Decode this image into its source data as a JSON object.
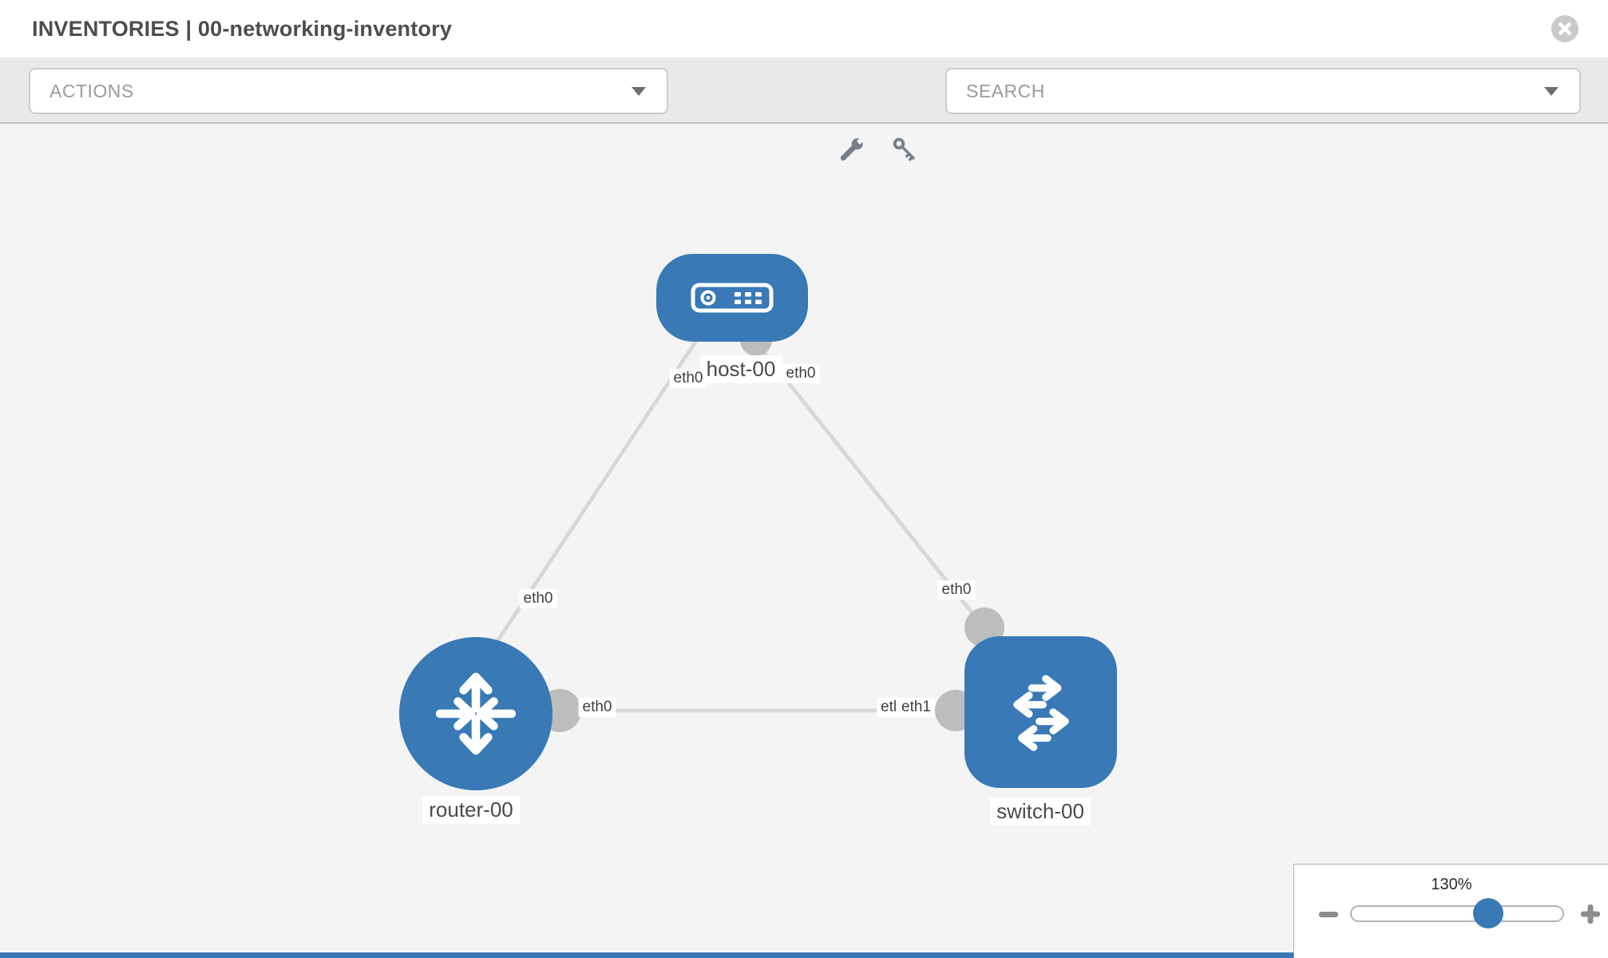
{
  "header": {
    "title": "INVENTORIES | 00-networking-inventory"
  },
  "toolbar": {
    "actions_label": "ACTIONS",
    "search_label": "SEARCH",
    "icons": [
      "wrench-icon",
      "key-icon"
    ]
  },
  "topology": {
    "nodes": [
      {
        "name": "host-00",
        "type": "host",
        "icon": "server-icon"
      },
      {
        "name": "router-00",
        "type": "router",
        "icon": "router-arrows-icon"
      },
      {
        "name": "switch-00",
        "type": "switch",
        "icon": "switch-arrows-icon"
      }
    ],
    "links": [
      {
        "source": "host-00",
        "target": "router-00",
        "source_interface": "eth0",
        "target_interface": "eth0"
      },
      {
        "source": "host-00",
        "target": "switch-00",
        "source_interface": "eth0",
        "target_interface": "eth0"
      },
      {
        "source": "router-00",
        "target": "switch-00",
        "source_interface": "eth0",
        "target_interface": "eth1",
        "target_interface_clipped": "etl"
      }
    ]
  },
  "zoom": {
    "level_label": "130%"
  },
  "colors": {
    "node_blue": "#3879b6",
    "link_gray": "#d8d8d8",
    "port_gray": "#bdbdbd",
    "canvas_bg": "#f4f4f4",
    "toolbar_bg": "#e9e9e9",
    "header_bg": "#ffffff",
    "title_text": "#4d4d4d",
    "muted_text": "#9a9a9a"
  }
}
